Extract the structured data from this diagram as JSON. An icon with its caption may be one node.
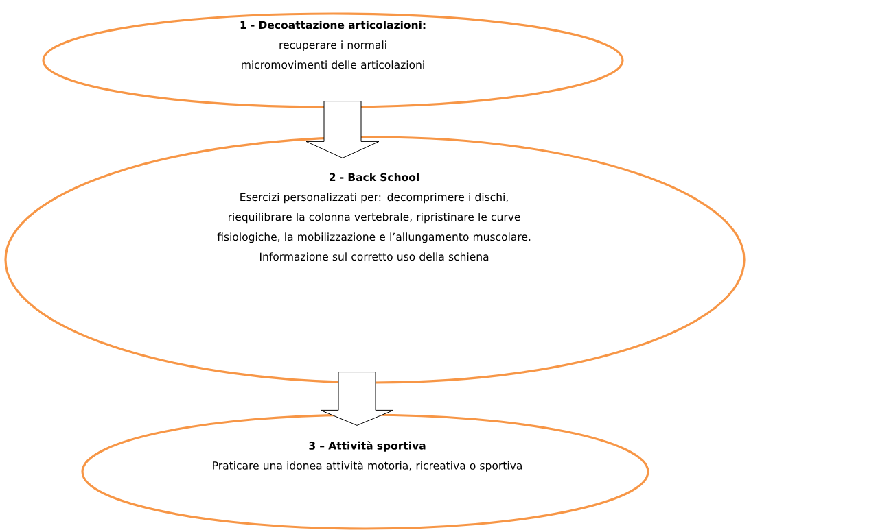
{
  "diagram": {
    "nodes": [
      {
        "text": [
          "1 - Decoattazione articolazioni:",
          "recuperare i normali micromovimenti delle articolazioni"
        ]
      },
      {
        "text": [
          "2 - Back School",
          "Esercizi personalizzati per: decomprimere i dischi, riequilibrare la colonna vertebrale, ripristinare le curve fisiologiche, la mobilizzazione e l’allungamento muscolare.",
          "Informazione sul corretto uso della schiena"
        ]
      },
      {
        "text": [
          "3 – Attività sportiva",
          "Praticare una idonea attività motoria, ricreativa o sportiva"
        ]
      }
    ],
    "edges": [
      {
        "from": 0,
        "to": 1,
        "arrow": "to"
      },
      {
        "from": 1,
        "to": 2,
        "arrow": "to"
      }
    ]
  }
}
